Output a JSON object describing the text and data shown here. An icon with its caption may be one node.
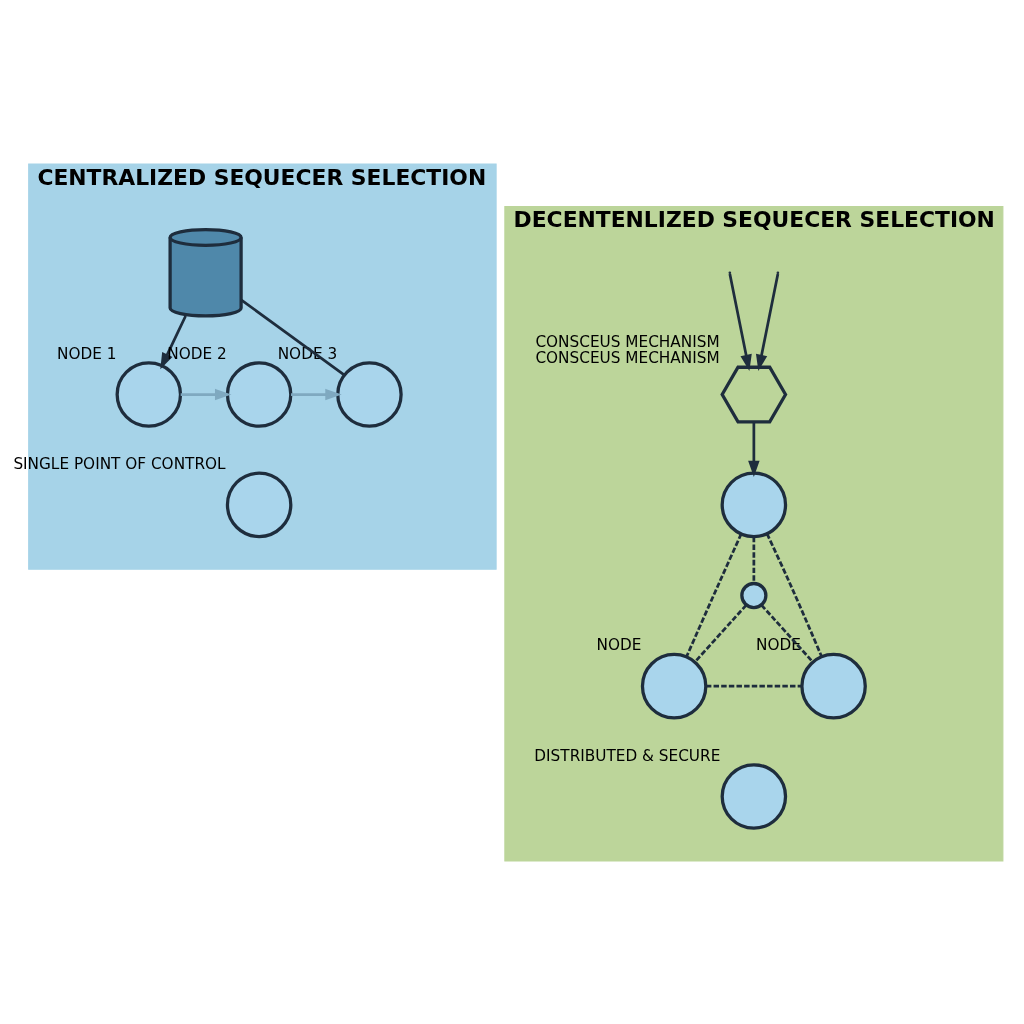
{
  "diagram": {
    "nodes": [
      {
        "text": [
          "CENTRALIZED SEQUECER SELECTION"
        ]
      },
      {
        "text": [],
        "shape": "cylinder",
        "in": 0
      },
      {
        "text": [],
        "shape": "circle",
        "in": 0,
        "beside": [
          "NODE 1"
        ]
      },
      {
        "text": [],
        "shape": "circle",
        "in": 0,
        "beside": [
          "NODE 2"
        ]
      },
      {
        "text": [],
        "shape": "circle",
        "in": 0,
        "beside": [
          "NODE 3"
        ]
      },
      {
        "text": [],
        "shape": "circle",
        "in": 0,
        "beside": [
          "SINGLE POINT OF CONTROL"
        ]
      },
      {
        "text": [
          "DECENTENLIZED SEQUECER SELECTION"
        ]
      },
      {
        "text": [],
        "shape": "picture",
        "in": 6,
        "beside": [
          "CONSCEUS MECHANISM",
          "CONSCEUS MECHANISM"
        ]
      },
      {
        "text": [],
        "shape": "circle",
        "in": 6
      },
      {
        "text": [],
        "shape": "circle",
        "in": 6
      },
      {
        "text": [],
        "shape": "circle",
        "in": 6,
        "beside": [
          "NODE"
        ]
      },
      {
        "text": [],
        "shape": "circle",
        "in": 6,
        "beside": [
          "NODE"
        ]
      },
      {
        "text": [],
        "shape": "circle",
        "in": 6,
        "beside": [
          "DISTRIBUTED & SECURE"
        ]
      }
    ],
    "edges": [
      {
        "from": 1,
        "to": 2,
        "arrow": "to"
      },
      {
        "from": 1,
        "to": 4,
        "arrow": "none"
      },
      {
        "from": 2,
        "to": 3,
        "arrow": "to",
        "color": "#7fa9c0"
      },
      {
        "from": 3,
        "to": 4,
        "arrow": "to",
        "color": "#7fa9c0"
      },
      {
        "from": null,
        "to": 7,
        "arrow": "to"
      },
      {
        "from": null,
        "to": 7,
        "arrow": "to"
      },
      {
        "from": 7,
        "to": 8,
        "arrow": "to"
      },
      {
        "from": 8,
        "to": 10,
        "arrow": "none",
        "style": "dashed"
      },
      {
        "from": 8,
        "to": 11,
        "arrow": "none",
        "style": "dashed"
      },
      {
        "from": 8,
        "to": 9,
        "arrow": "none",
        "style": "dashed"
      },
      {
        "from": 9,
        "to": 10,
        "arrow": "none",
        "style": "dashed"
      },
      {
        "from": 9,
        "to": 11,
        "arrow": "none",
        "style": "dashed"
      },
      {
        "from": 10,
        "to": 11,
        "arrow": "none",
        "style": "dashed"
      }
    ]
  }
}
